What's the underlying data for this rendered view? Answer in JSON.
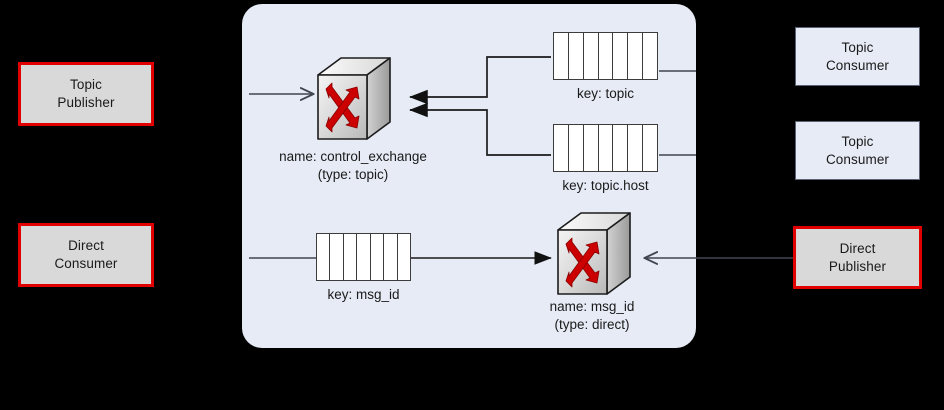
{
  "diagram": {
    "title": "AMQP message broker routing diagram",
    "panel_label": "message-broker-panel",
    "colors": {
      "background": "#000000",
      "panel_fill": "#e6ebf5",
      "publisher_border": "#e00000",
      "publisher_fill": "#d9d9d9",
      "consumer_fill": "#e6ebf5",
      "consumer_border": "#5a6274",
      "queue_fill": "#ffffff",
      "queue_stroke": "#3c3c3c",
      "wire_stroke": "#404552",
      "exchange_arrow": "#cc0000"
    }
  },
  "endpoints": {
    "topic_publisher": {
      "line1": "Topic",
      "line2": "Publisher"
    },
    "direct_consumer": {
      "line1": "Direct",
      "line2": "Consumer"
    },
    "topic_consumer_1": {
      "line1": "Topic",
      "line2": "Consumer"
    },
    "topic_consumer_2": {
      "line1": "Topic",
      "line2": "Consumer"
    },
    "direct_publisher": {
      "line1": "Direct",
      "line2": "Publisher"
    }
  },
  "exchanges": [
    {
      "id": "control-exchange",
      "name_label": "name: control_exchange",
      "type_label": "(type: topic)",
      "icon": "network-switch-icon"
    },
    {
      "id": "msg-id-exchange",
      "name_label": "name: msg_id",
      "type_label": "(type: direct)",
      "icon": "network-switch-icon"
    }
  ],
  "queues": [
    {
      "id": "queue-topic",
      "label": "key: topic",
      "cells": 7
    },
    {
      "id": "queue-topic-host",
      "label": "key: topic.host",
      "cells": 7
    },
    {
      "id": "queue-msg-id",
      "label": "key: msg_id",
      "cells": 7
    }
  ]
}
